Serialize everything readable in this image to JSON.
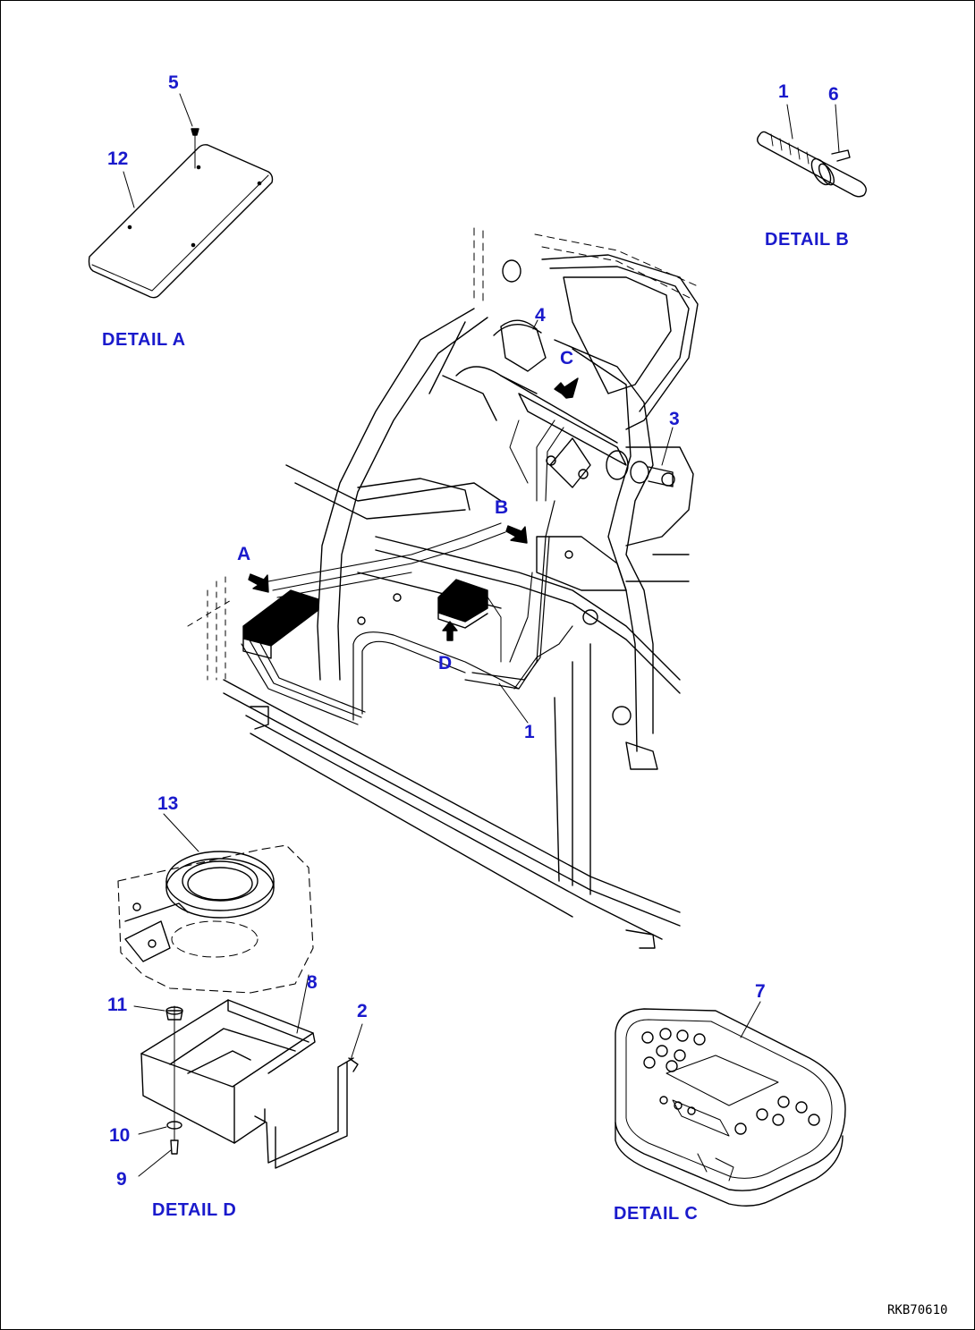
{
  "details": {
    "a": "DETAIL A",
    "b": "DETAIL B",
    "c": "DETAIL C",
    "d": "DETAIL D"
  },
  "view_arrows": {
    "a": "A",
    "b": "B",
    "c": "C",
    "d": "D"
  },
  "callouts": {
    "p1_detail_b": "1",
    "p6": "6",
    "p5": "5",
    "p12": "12",
    "p4": "4",
    "p3": "3",
    "p1_main": "1",
    "p13": "13",
    "p8": "8",
    "p2": "2",
    "p11": "11",
    "p10": "10",
    "p9": "9",
    "p7": "7"
  },
  "drawing_code": "RKB70610"
}
